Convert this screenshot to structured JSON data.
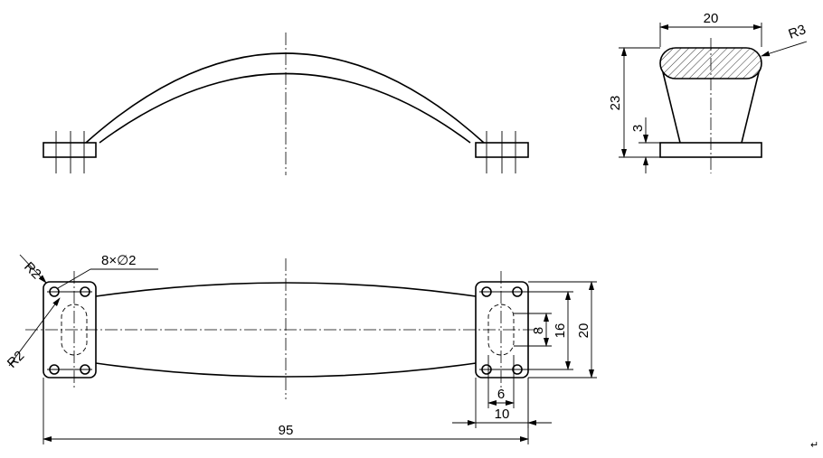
{
  "drawing": {
    "dimensions": {
      "overall_length": "95",
      "width": "20",
      "height": "23",
      "base_thickness": "3",
      "top_radius": "R3",
      "corner_radius_top": "R2",
      "corner_radius_bottom": "R2",
      "holes": "8×∅2",
      "slot_length": "8",
      "hole_spacing": "16",
      "foot_width": "20",
      "slot_width": "6",
      "foot_length": "10"
    },
    "paragraph_mark": "↵"
  }
}
